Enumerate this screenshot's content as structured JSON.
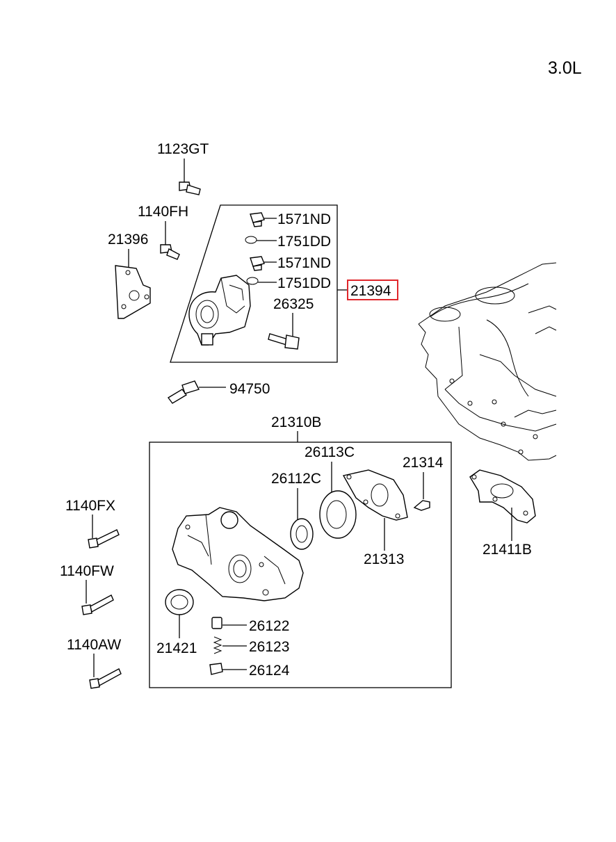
{
  "engine_label": "3.0L",
  "highlight_color": "#e0262b",
  "callouts": {
    "p1123GT": "1123GT",
    "p1140FH": "1140FH",
    "p21396": "21396",
    "p1571ND_a": "1571ND",
    "p1751DD_a": "1751DD",
    "p1571ND_b": "1571ND",
    "p1751DD_b": "1751DD",
    "p21394": "21394",
    "p26325": "26325",
    "p94750": "94750",
    "p21310B": "21310B",
    "p26113C": "26113C",
    "p21314": "21314",
    "p26112C": "26112C",
    "p21313": "21313",
    "p21411B": "21411B",
    "p1140FX": "1140FX",
    "p1140FW": "1140FW",
    "p1140AW": "1140AW",
    "p21421": "21421",
    "p26122": "26122",
    "p26123": "26123",
    "p26124": "26124"
  }
}
